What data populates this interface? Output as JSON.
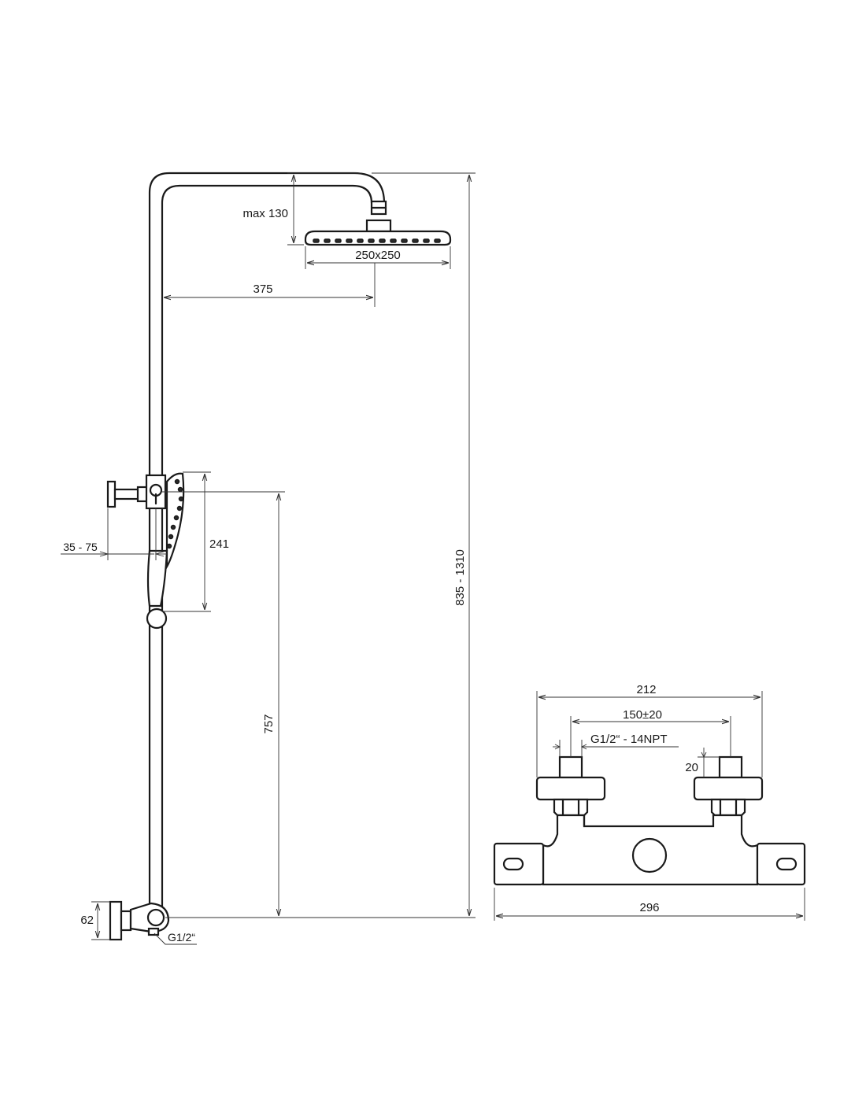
{
  "dimensions": {
    "overhead_height": "max 130",
    "head_size": "250x250",
    "arm_reach": "375",
    "total_height": "835 - 1310",
    "hand_shower_length": "241",
    "wall_offset": "35 - 75",
    "holder_height": "757",
    "elbow_height": "62",
    "bottom_thread": "G1/2“",
    "mixer_flange_width": "212",
    "inlet_spacing_value": "150",
    "inlet_spacing_tolerance": "±20",
    "inlet_thread": "G1/2“ - 14NPT",
    "eccentric_height": "20",
    "mixer_width": "296"
  },
  "colors": {
    "line": "#1a1a1a",
    "dimension": "#333333",
    "background": "#ffffff"
  }
}
